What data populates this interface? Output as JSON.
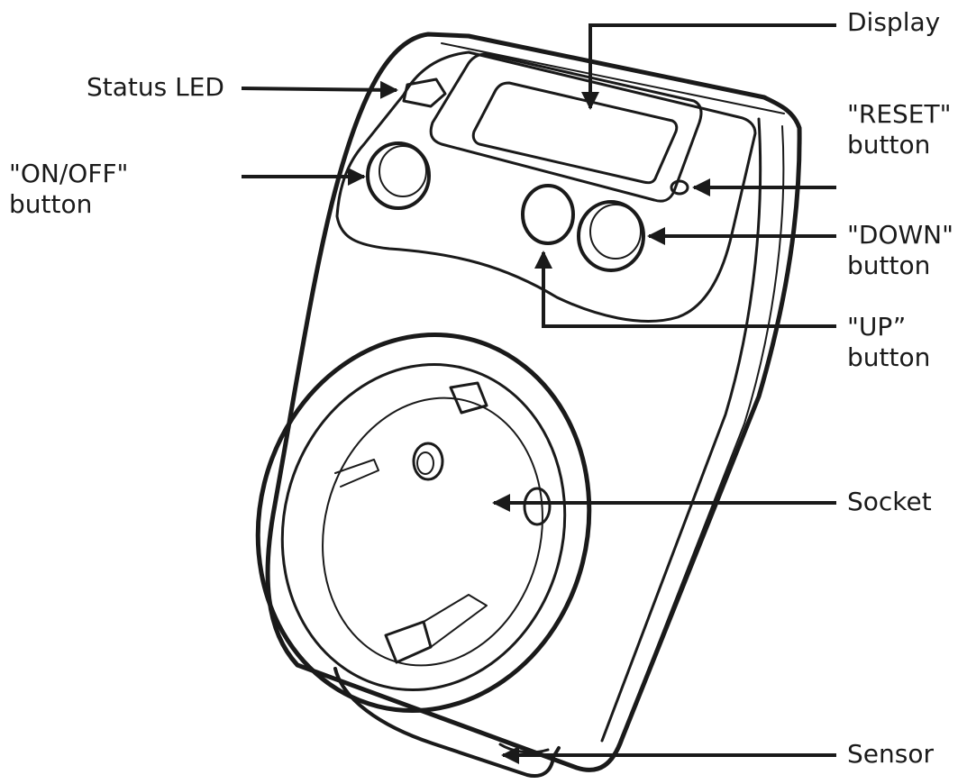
{
  "labels": {
    "display": "Display",
    "status_led": "Status LED",
    "reset": {
      "line1": "\"RESET\"",
      "line2": "button"
    },
    "onoff": {
      "line1": "\"ON/OFF\"",
      "line2": "button"
    },
    "down": {
      "line1": "\"DOWN\"",
      "line2": "button"
    },
    "up": {
      "line1": "\"UP”",
      "line2": "button"
    },
    "socket": "Socket",
    "sensor": "Sensor"
  },
  "colors": {
    "ink": "#1a1a1a",
    "background": "#ffffff"
  }
}
